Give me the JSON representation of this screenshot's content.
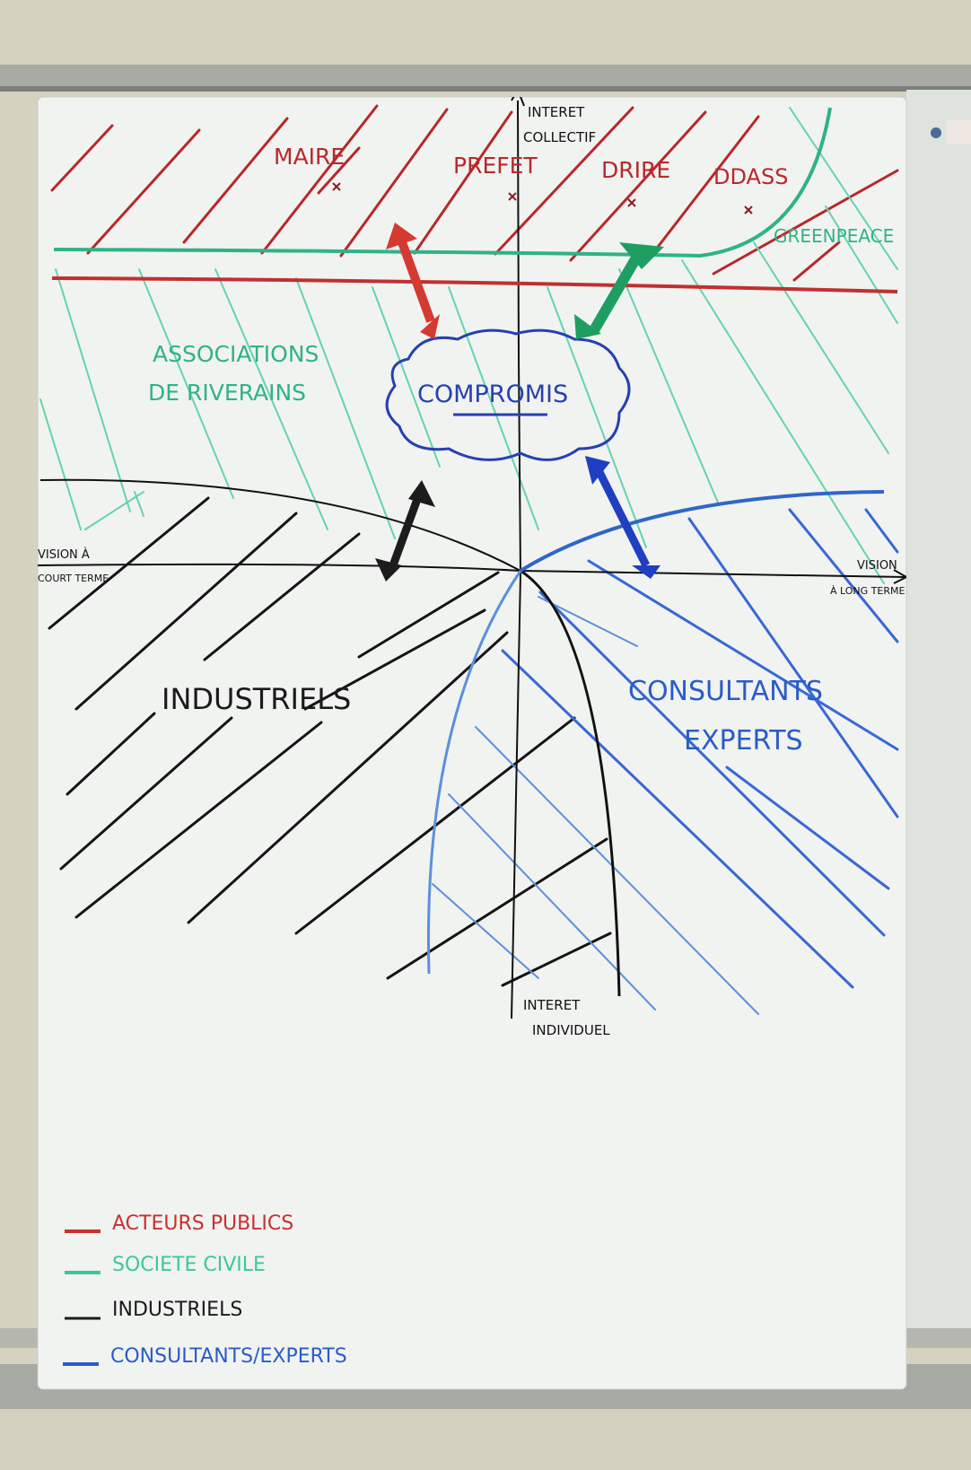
{
  "axes": {
    "top": [
      "INTERET",
      "COLLECTIF"
    ],
    "bottom": [
      "INTERET",
      "INDIVIDUEL"
    ],
    "left": [
      "VISION À",
      "COURT TERME"
    ],
    "right": [
      "VISION",
      "À LONG TERME"
    ]
  },
  "public_actors": {
    "color": "#b8282a",
    "names": [
      "MAIRE",
      "PREFET",
      "DRIRE",
      "DDASS"
    ]
  },
  "civil_society": {
    "color": "#2fb386",
    "labels": [
      "GREENPEACE",
      "ASSOCIATIONS",
      "DE RIVERAINS"
    ]
  },
  "center": {
    "label": "COMPROMIS",
    "color": "#2641b0"
  },
  "industry": {
    "label": "INDUSTRIELS",
    "color": "#1a1a1a"
  },
  "consultants": {
    "labels": [
      "CONSULTANTS",
      "EXPERTS"
    ],
    "color": "#2a5cc8"
  },
  "legend": [
    {
      "color": "#c8302f",
      "text": "ACTEURS PUBLICS"
    },
    {
      "color": "#3cc79a",
      "text": "SOCIETE CIVILE"
    },
    {
      "color": "#1a1a1a",
      "text": "INDUSTRIELS"
    },
    {
      "color": "#2a5cc8",
      "text": "CONSULTANTS/EXPERTS"
    }
  ]
}
